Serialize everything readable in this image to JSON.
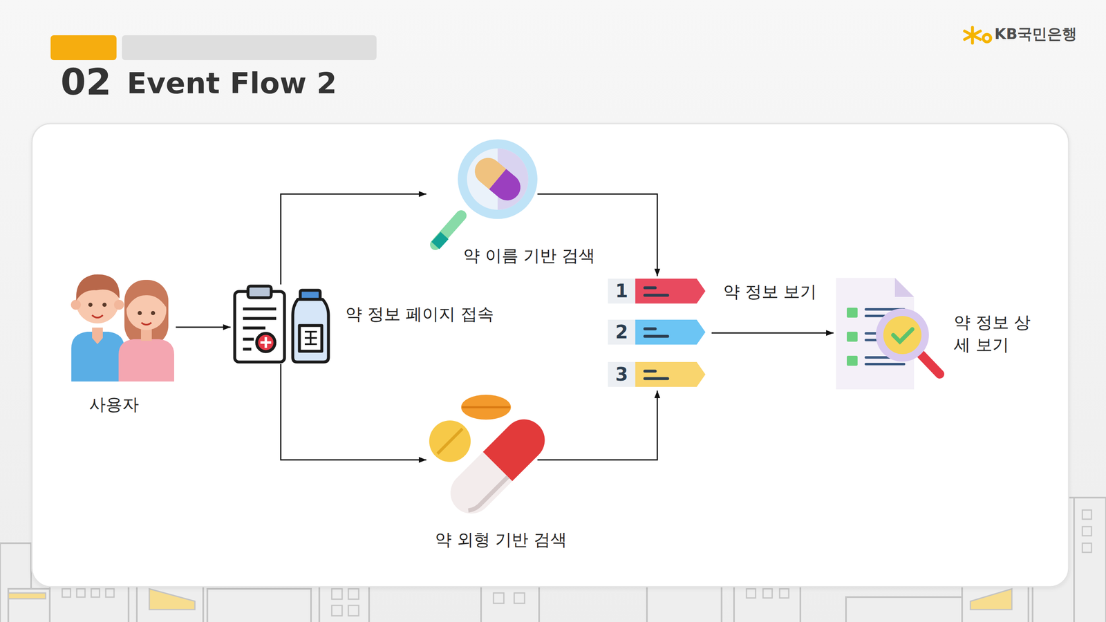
{
  "diagram": {
    "title": "Event Flow 2",
    "nodes": [
      {
        "text": [
          "사용자"
        ]
      },
      {
        "text": [
          "약 정보 페이지 접속"
        ]
      },
      {
        "text": [
          "약 이름 기반 검색"
        ]
      },
      {
        "text": [
          "약 외형 기반 검색"
        ]
      },
      {
        "text": [
          "약 정보 보기"
        ]
      },
      {
        "text": [
          "약 정보 상세 보기"
        ]
      }
    ],
    "edges": [
      {
        "from": 0,
        "to": 1,
        "arrow": "to"
      },
      {
        "from": 1,
        "to": 2,
        "arrow": "to"
      },
      {
        "from": 1,
        "to": 3,
        "arrow": "to"
      },
      {
        "from": 2,
        "to": 4,
        "arrow": "to"
      },
      {
        "from": 3,
        "to": 4,
        "arrow": "to"
      },
      {
        "from": 4,
        "to": 5,
        "arrow": "to"
      }
    ],
    "labels": [
      "02",
      "KB국민은행",
      "1",
      "2",
      "3"
    ]
  }
}
